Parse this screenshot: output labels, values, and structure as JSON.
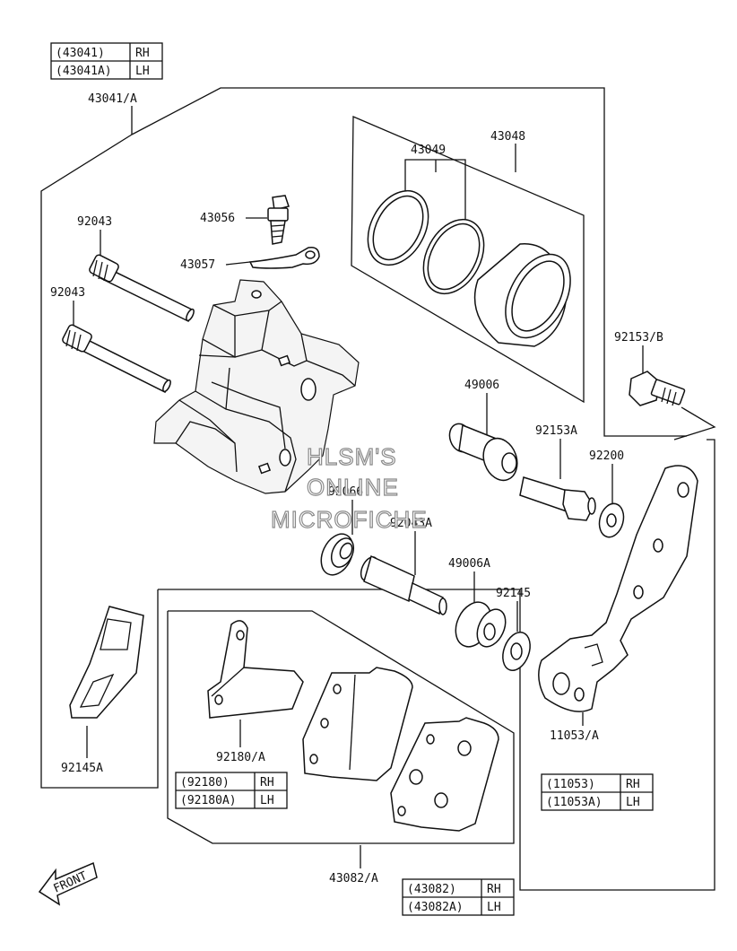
{
  "callouts": {
    "caliper_assy": "43041/A",
    "piston_kit": "43048",
    "piston_seals": "43049",
    "bleeder_valve": "43056",
    "bleeder_cap": "43057",
    "pin_upper": "92043",
    "pin_lower": "92043",
    "bolt_upper": "92153/B",
    "holder_pin": "49006",
    "bolt_lower": "92153A",
    "washer": "92200",
    "boot": "92066",
    "pin_b": "92043A",
    "holder_pin_b": "49006A",
    "spacer": "92145",
    "pad_spring": "92145A",
    "pad_clip": "92180/A",
    "bracket": "11053/A",
    "pad_assy": "43082/A"
  },
  "tables": {
    "caliper": [
      {
        "code": "(43041)",
        "side": "RH"
      },
      {
        "code": "(43041A)",
        "side": "LH"
      }
    ],
    "clip": [
      {
        "code": "(92180)",
        "side": "RH"
      },
      {
        "code": "(92180A)",
        "side": "LH"
      }
    ],
    "bracket": [
      {
        "code": "(11053)",
        "side": "RH"
      },
      {
        "code": "(11053A)",
        "side": "LH"
      }
    ],
    "pad": [
      {
        "code": "(43082)",
        "side": "RH"
      },
      {
        "code": "(43082A)",
        "side": "LH"
      }
    ]
  },
  "watermark": {
    "line1": "HLSM'S",
    "line2": "ONLINE",
    "line3": "MICROFICHE"
  },
  "front_label": "FRONT"
}
